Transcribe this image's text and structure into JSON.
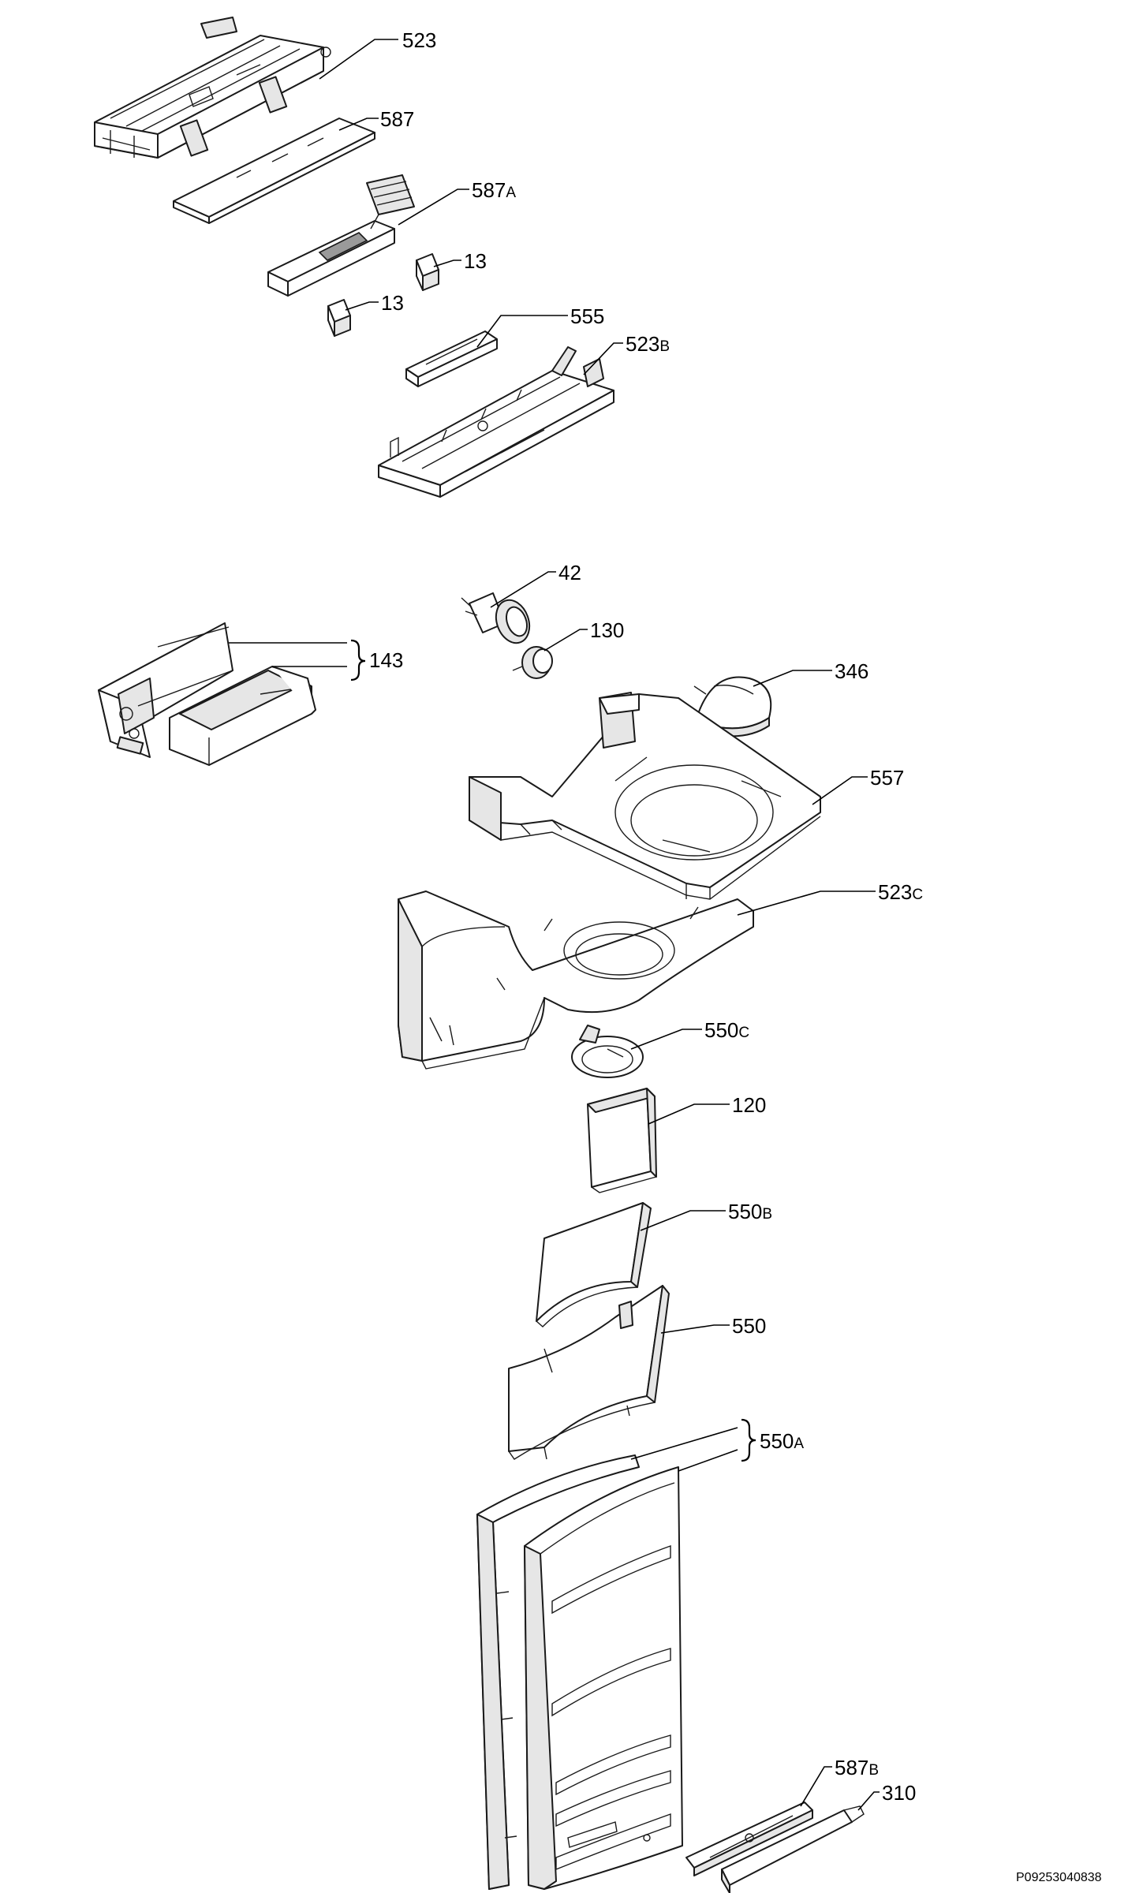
{
  "diagram": {
    "callouts": {
      "c523": {
        "num": "523",
        "suffix": ""
      },
      "c587": {
        "num": "587",
        "suffix": ""
      },
      "c587a": {
        "num": "587",
        "suffix": "A"
      },
      "c13a": {
        "num": "13",
        "suffix": ""
      },
      "c13b": {
        "num": "13",
        "suffix": ""
      },
      "c555": {
        "num": "555",
        "suffix": ""
      },
      "c523b": {
        "num": "523",
        "suffix": "B"
      },
      "c42": {
        "num": "42",
        "suffix": ""
      },
      "c130": {
        "num": "130",
        "suffix": ""
      },
      "c143": {
        "num": "143",
        "suffix": ""
      },
      "c346": {
        "num": "346",
        "suffix": ""
      },
      "c557": {
        "num": "557",
        "suffix": ""
      },
      "c523c": {
        "num": "523",
        "suffix": "C"
      },
      "c550c": {
        "num": "550",
        "suffix": "C"
      },
      "c120": {
        "num": "120",
        "suffix": ""
      },
      "c550b": {
        "num": "550",
        "suffix": "B"
      },
      "c550": {
        "num": "550",
        "suffix": ""
      },
      "c550a": {
        "num": "550",
        "suffix": "A"
      },
      "c587b": {
        "num": "587",
        "suffix": "B"
      },
      "c310": {
        "num": "310",
        "suffix": ""
      }
    },
    "drawing_code": "P09253040838"
  }
}
